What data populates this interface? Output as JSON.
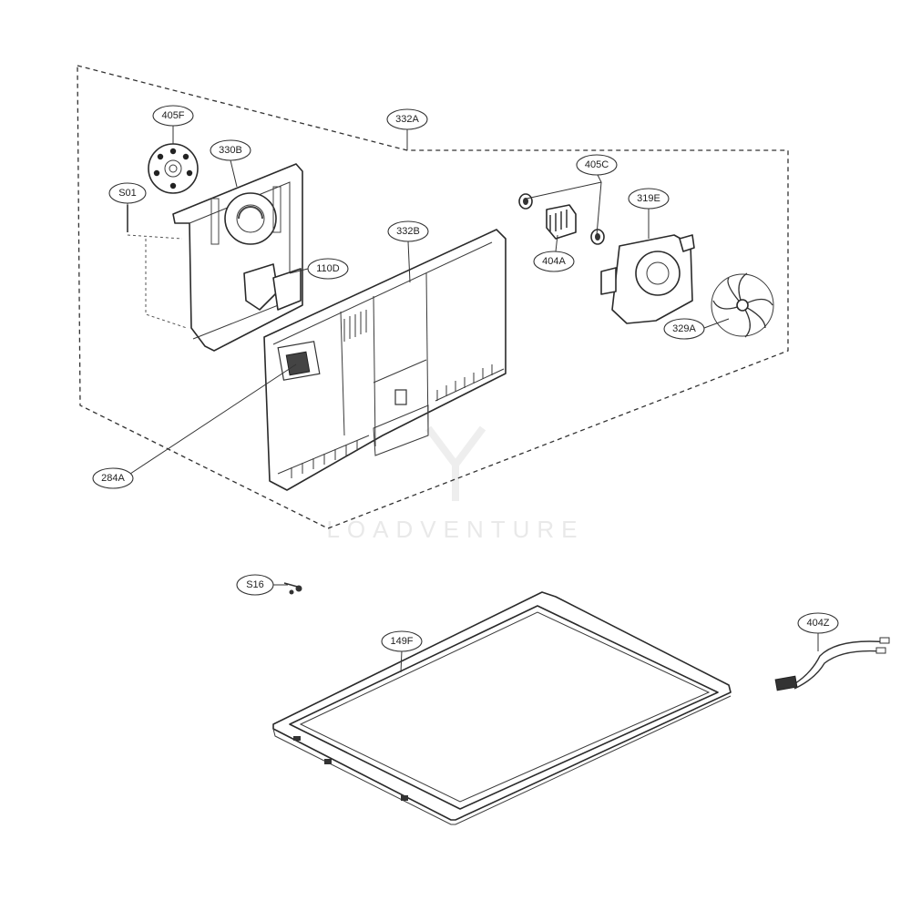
{
  "diagram": {
    "callouts": {
      "c405F": "405F",
      "c330B": "330B",
      "c332A": "332A",
      "cS01": "S01",
      "c405C": "405C",
      "c319E": "319E",
      "c332B": "332B",
      "c110D": "110D",
      "c404A": "404A",
      "c329A": "329A",
      "c284A": "284A",
      "cS16": "S16",
      "c149F": "149F",
      "c404Z": "404Z"
    },
    "watermark": "LOADVENTURE"
  }
}
